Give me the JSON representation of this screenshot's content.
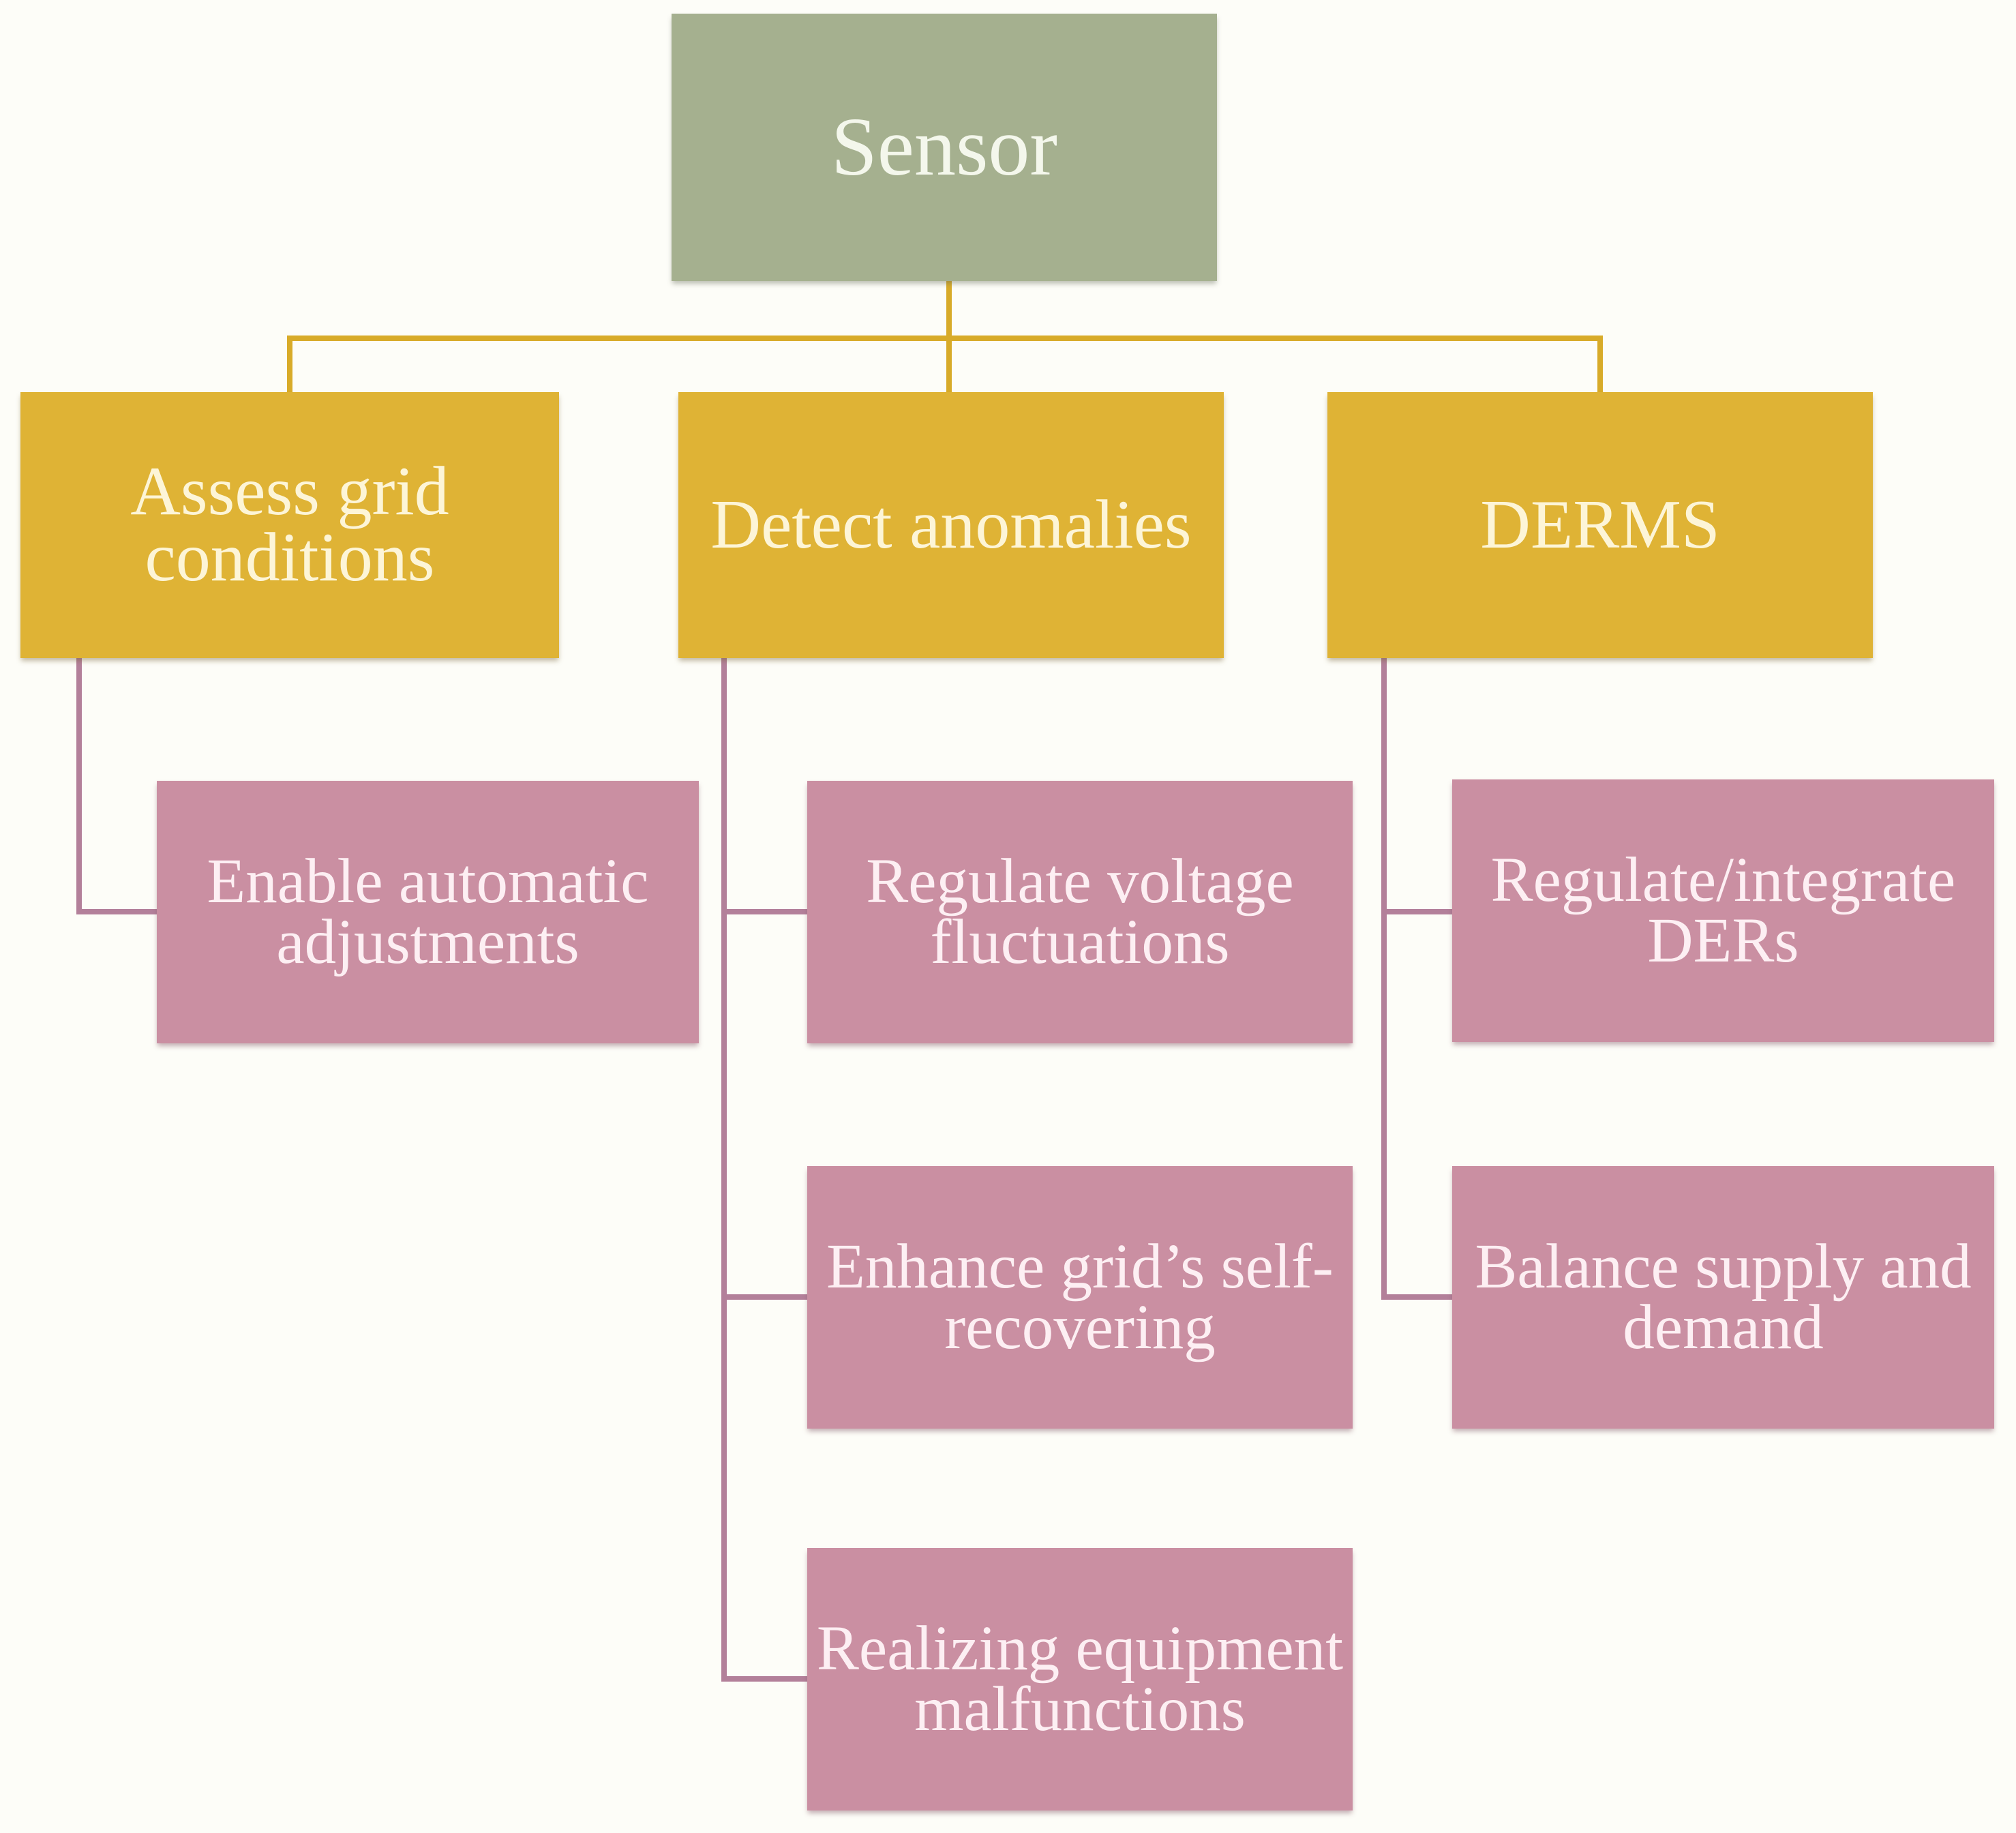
{
  "figure": {
    "type": "hierarchy-diagram",
    "root": {
      "label": "Sensor"
    },
    "branches": [
      {
        "label": "Assess grid conditions",
        "children": [
          {
            "label": "Enable automatic adjustments"
          }
        ]
      },
      {
        "label": "Detect anomalies",
        "children": [
          {
            "label": "Regulate voltage fluctuations"
          },
          {
            "label": "Enhance grid’s self-recovering"
          },
          {
            "label": "Realizing equipment malfunctions"
          }
        ]
      },
      {
        "label": "DERMS",
        "children": [
          {
            "label": "Regulate/integrate DERs"
          },
          {
            "label": "Balance supply and demand"
          }
        ]
      }
    ]
  },
  "colors": {
    "root_fill": "#a5b08f",
    "root_text": "#f4f7ec",
    "level1_fill": "#dfb335",
    "level1_text": "#fdf5d7",
    "level1_connector": "#d8ab29",
    "level2_fill": "#ca8fa2",
    "level2_text": "#fdeff3",
    "level2_connector": "#b3809a"
  }
}
